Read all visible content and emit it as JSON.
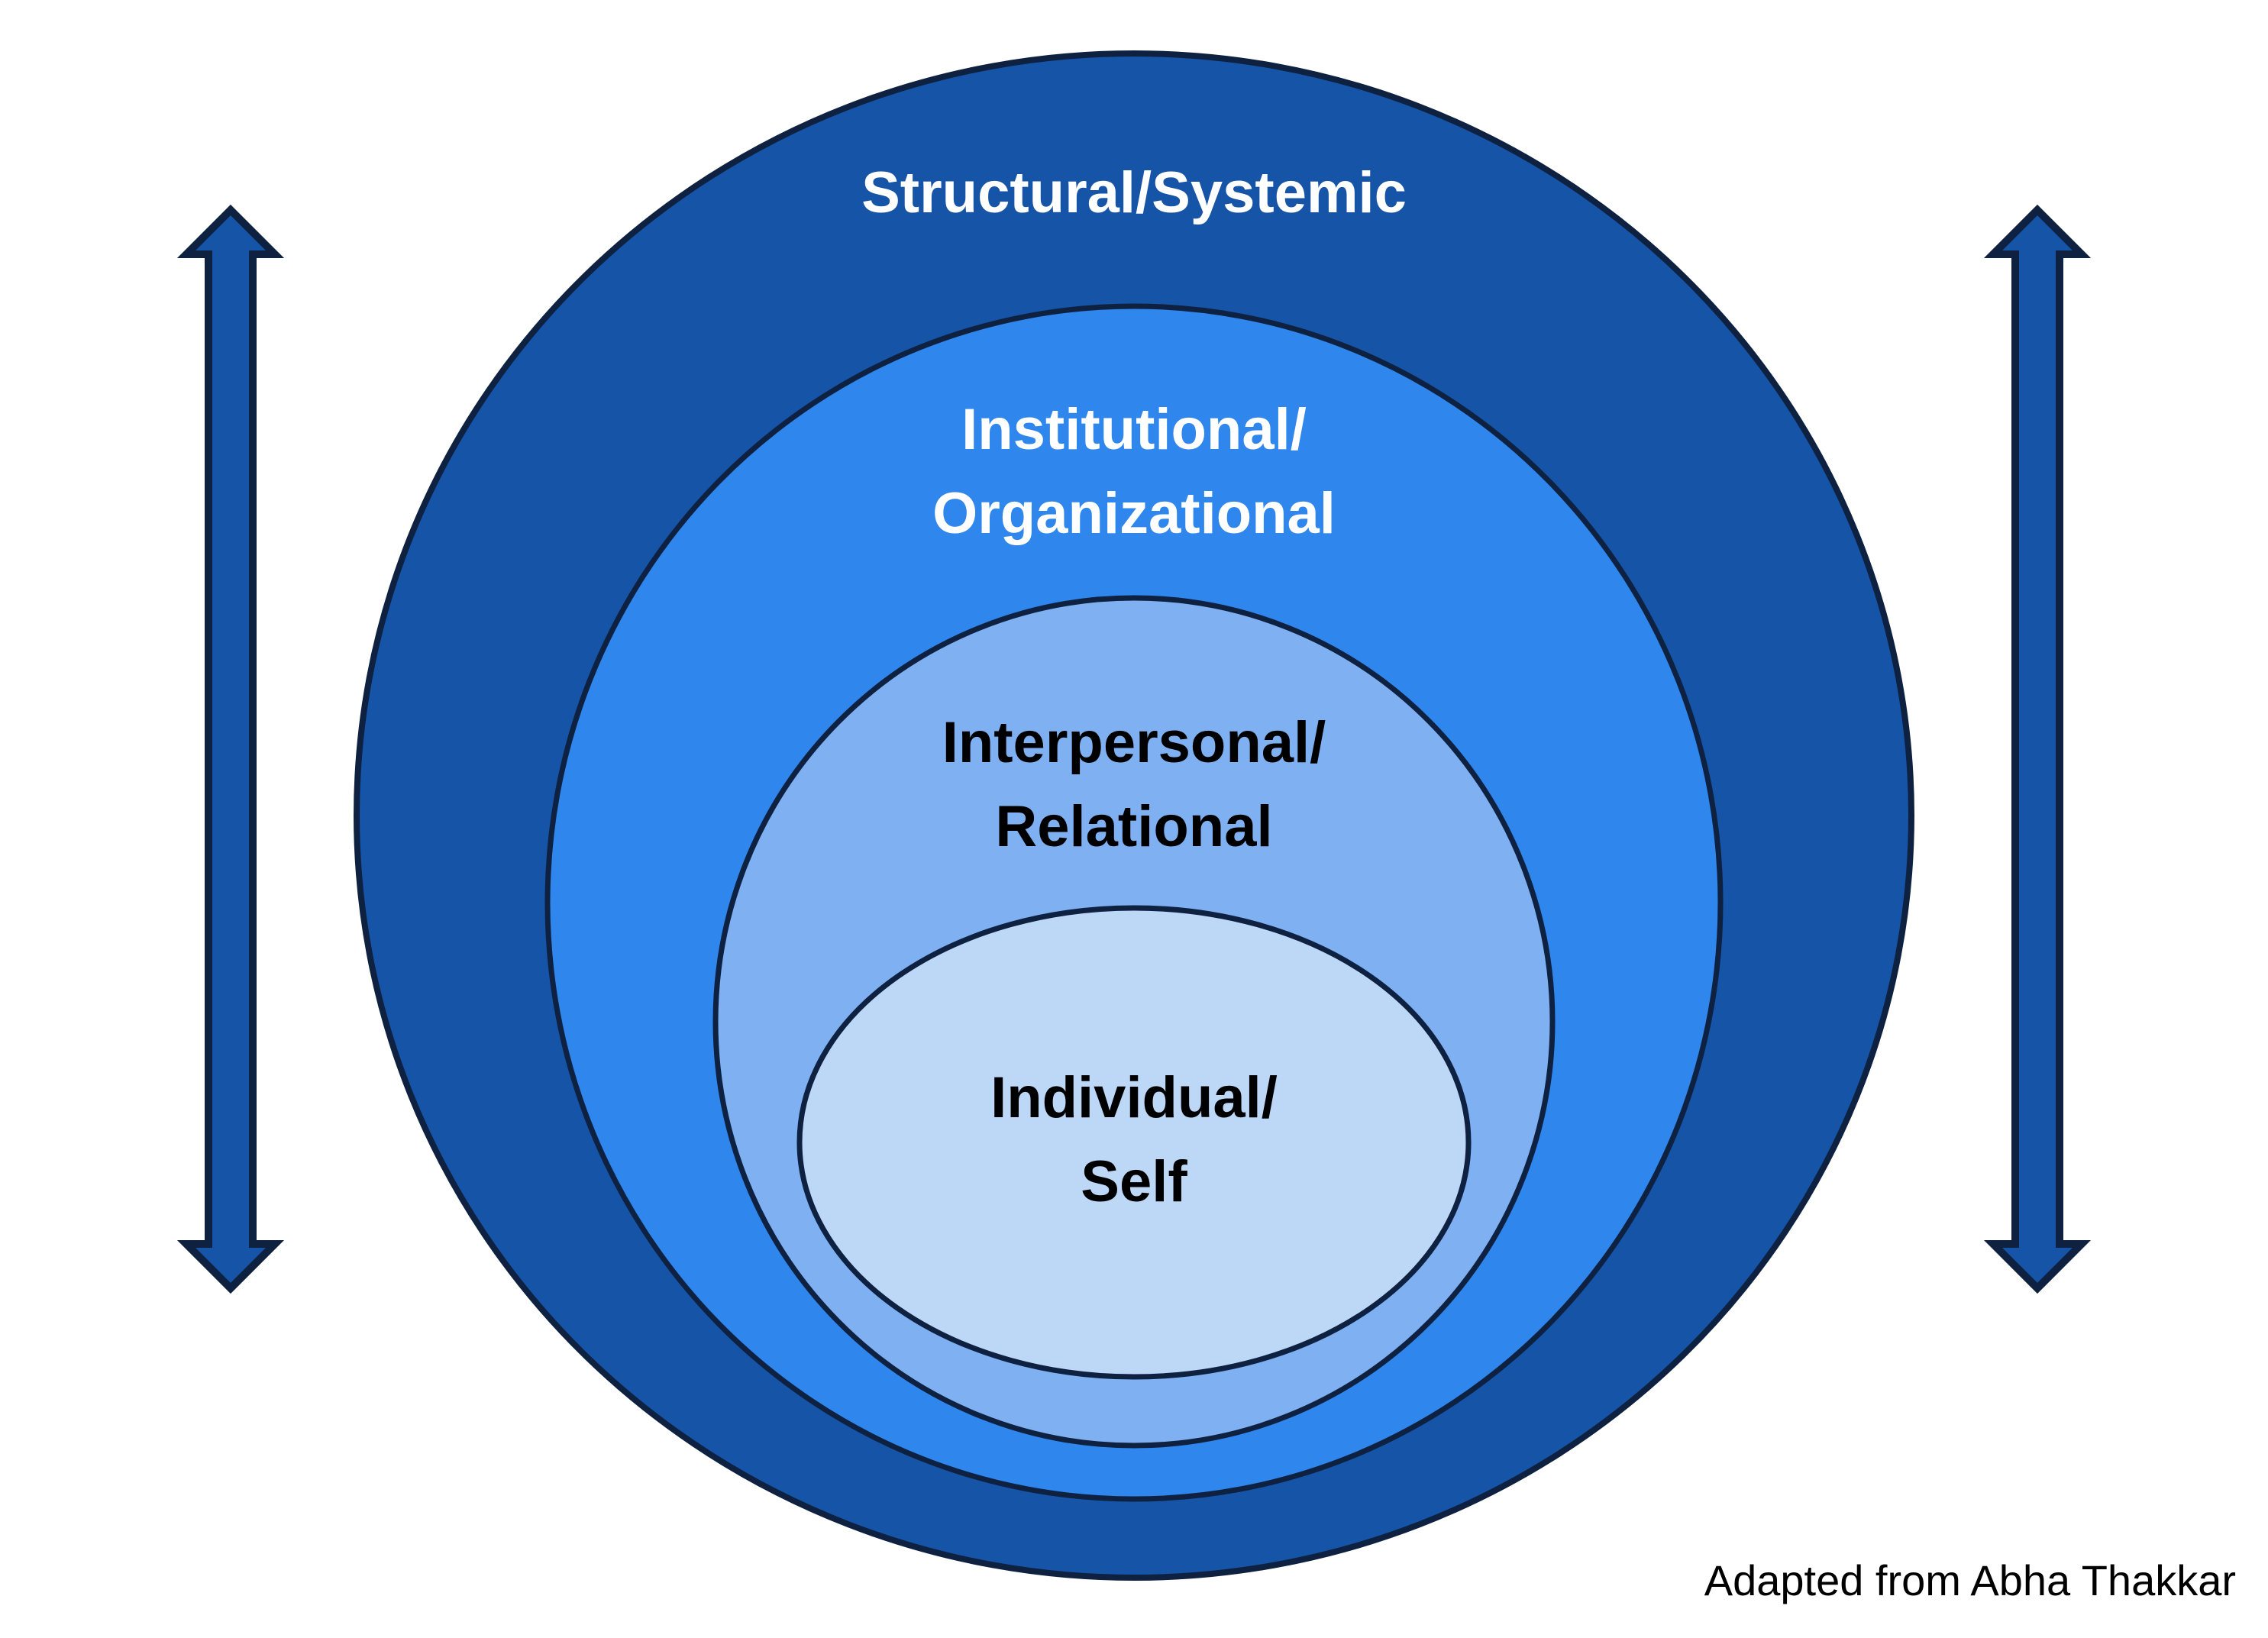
{
  "rings": [
    {
      "name": "Structural/Systemic",
      "lines": [
        "Structural/Systemic"
      ],
      "fill": "#1554A6",
      "text_color": "#FFFFFF"
    },
    {
      "name": "Institutional/Organizational",
      "lines": [
        "Institutional/",
        "Organizational"
      ],
      "fill": "#2F86EC",
      "text_color": "#FFFFFF"
    },
    {
      "name": "Interpersonal/Relational",
      "lines": [
        "Interpersonal/",
        "Relational"
      ],
      "fill": "#7FB0F1",
      "text_color": "#000000"
    },
    {
      "name": "Individual/Self",
      "lines": [
        "Individual/",
        "Self"
      ],
      "fill": "#BDD7F7",
      "text_color": "#000000"
    }
  ],
  "outline_color": "#0E2140",
  "arrows": {
    "fill": "#1554A6",
    "outline": "#0E2140"
  },
  "attribution": "Adapted from Abha Thakkar",
  "background": "#FFFFFF"
}
